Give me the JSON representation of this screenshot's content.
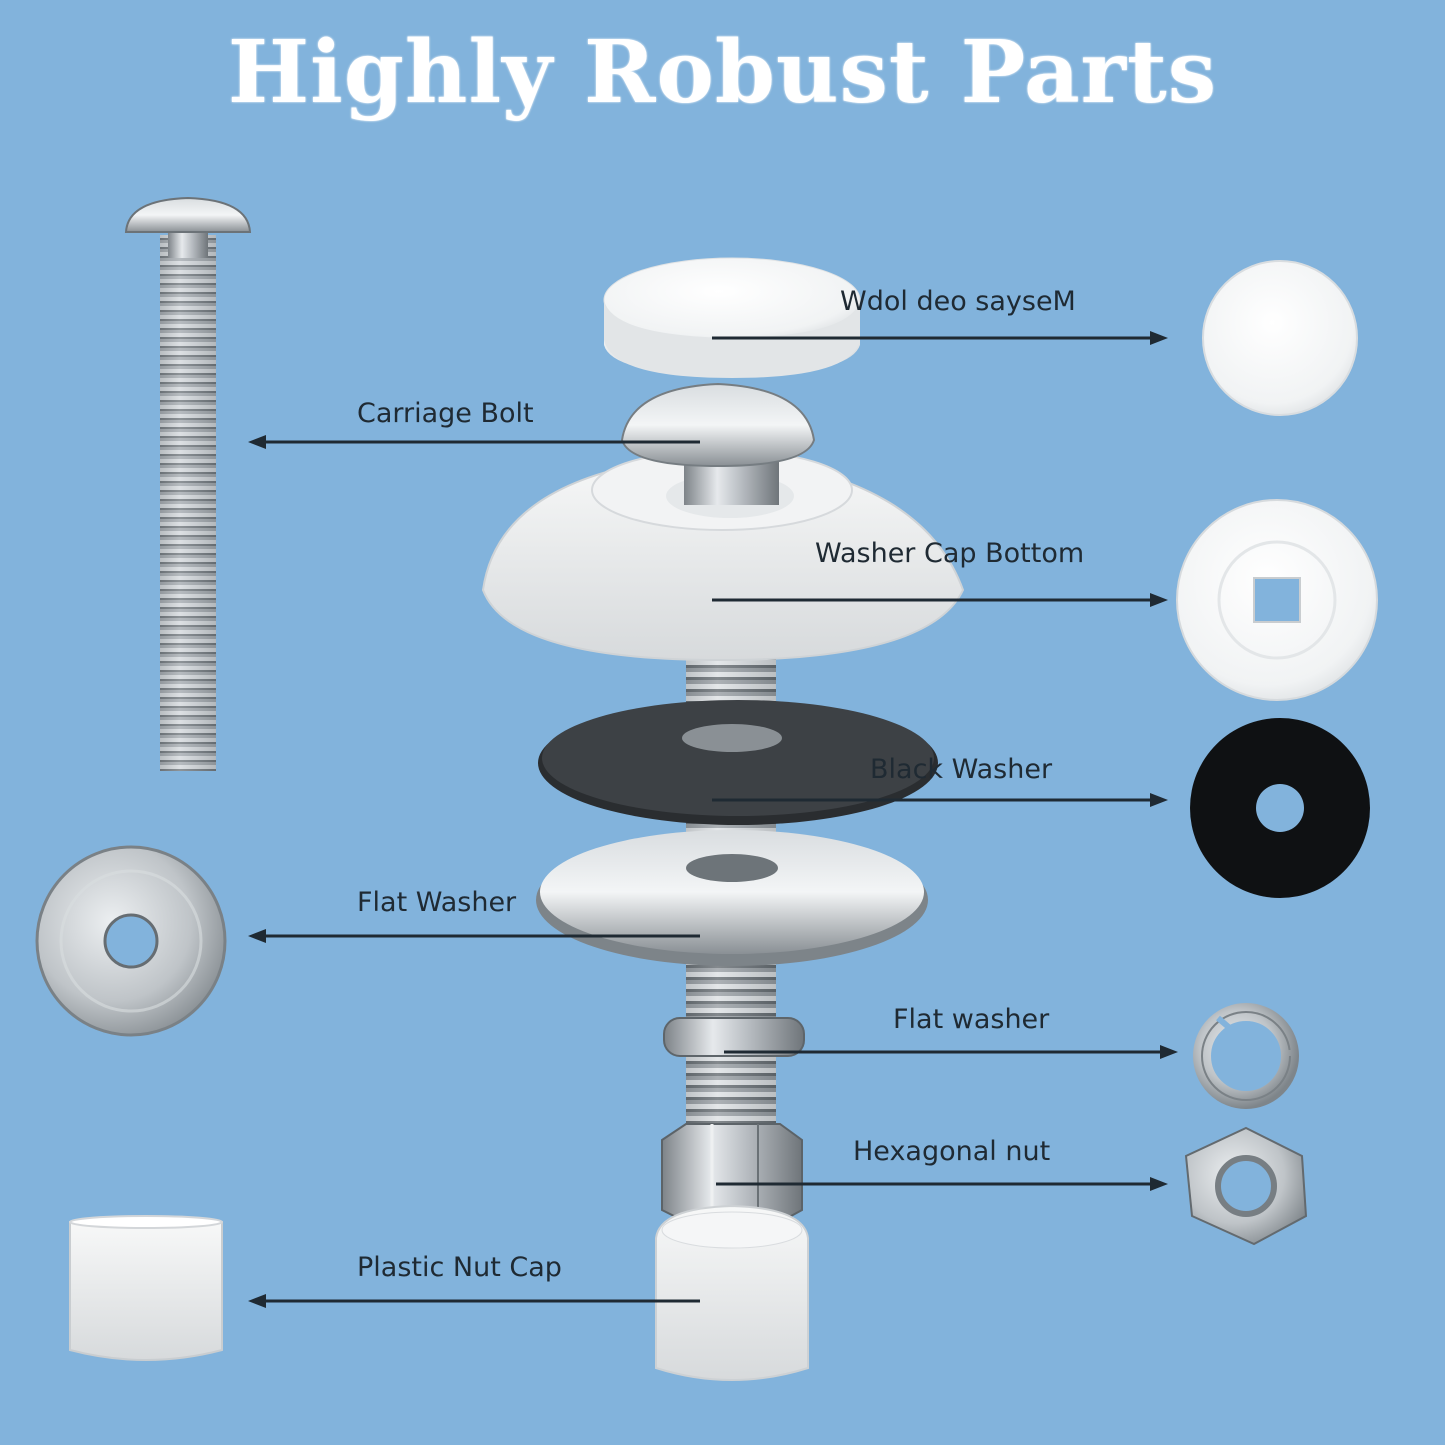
{
  "title": "Highly Robust Parts",
  "labels": {
    "top_cap": "Wdol deo sayseM",
    "carriage_bolt": "Carriage Bolt",
    "washer_cap_bottom": "Washer Cap Bottom",
    "black_washer": "Black Washer",
    "flat_washer_large": "Flat Washer",
    "flat_washer_small": "Flat washer",
    "hexagonal_nut": "Hexagonal nut",
    "plastic_nut_cap": "Plastic Nut Cap"
  },
  "colors": {
    "background": "#82b3dc",
    "title": "#ffffff",
    "label_text": "#1f2a33",
    "arrow": "#1f2a33"
  }
}
